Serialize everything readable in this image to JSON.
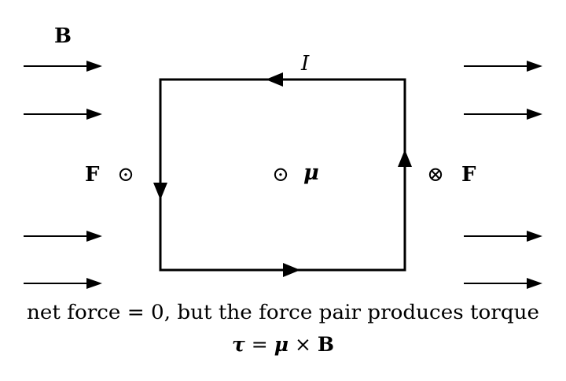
{
  "labels": {
    "field": "B",
    "current": "I",
    "force": "F",
    "moment": "μ"
  },
  "symbols": {
    "out_of_page": "⊙",
    "into_page": "⊗"
  },
  "caption": {
    "line1": "net force = 0, but the force pair produces torque",
    "torque_symbol": "τ",
    "equals": " = ",
    "moment_symbol": "μ",
    "times": " × ",
    "field_symbol": "B"
  }
}
